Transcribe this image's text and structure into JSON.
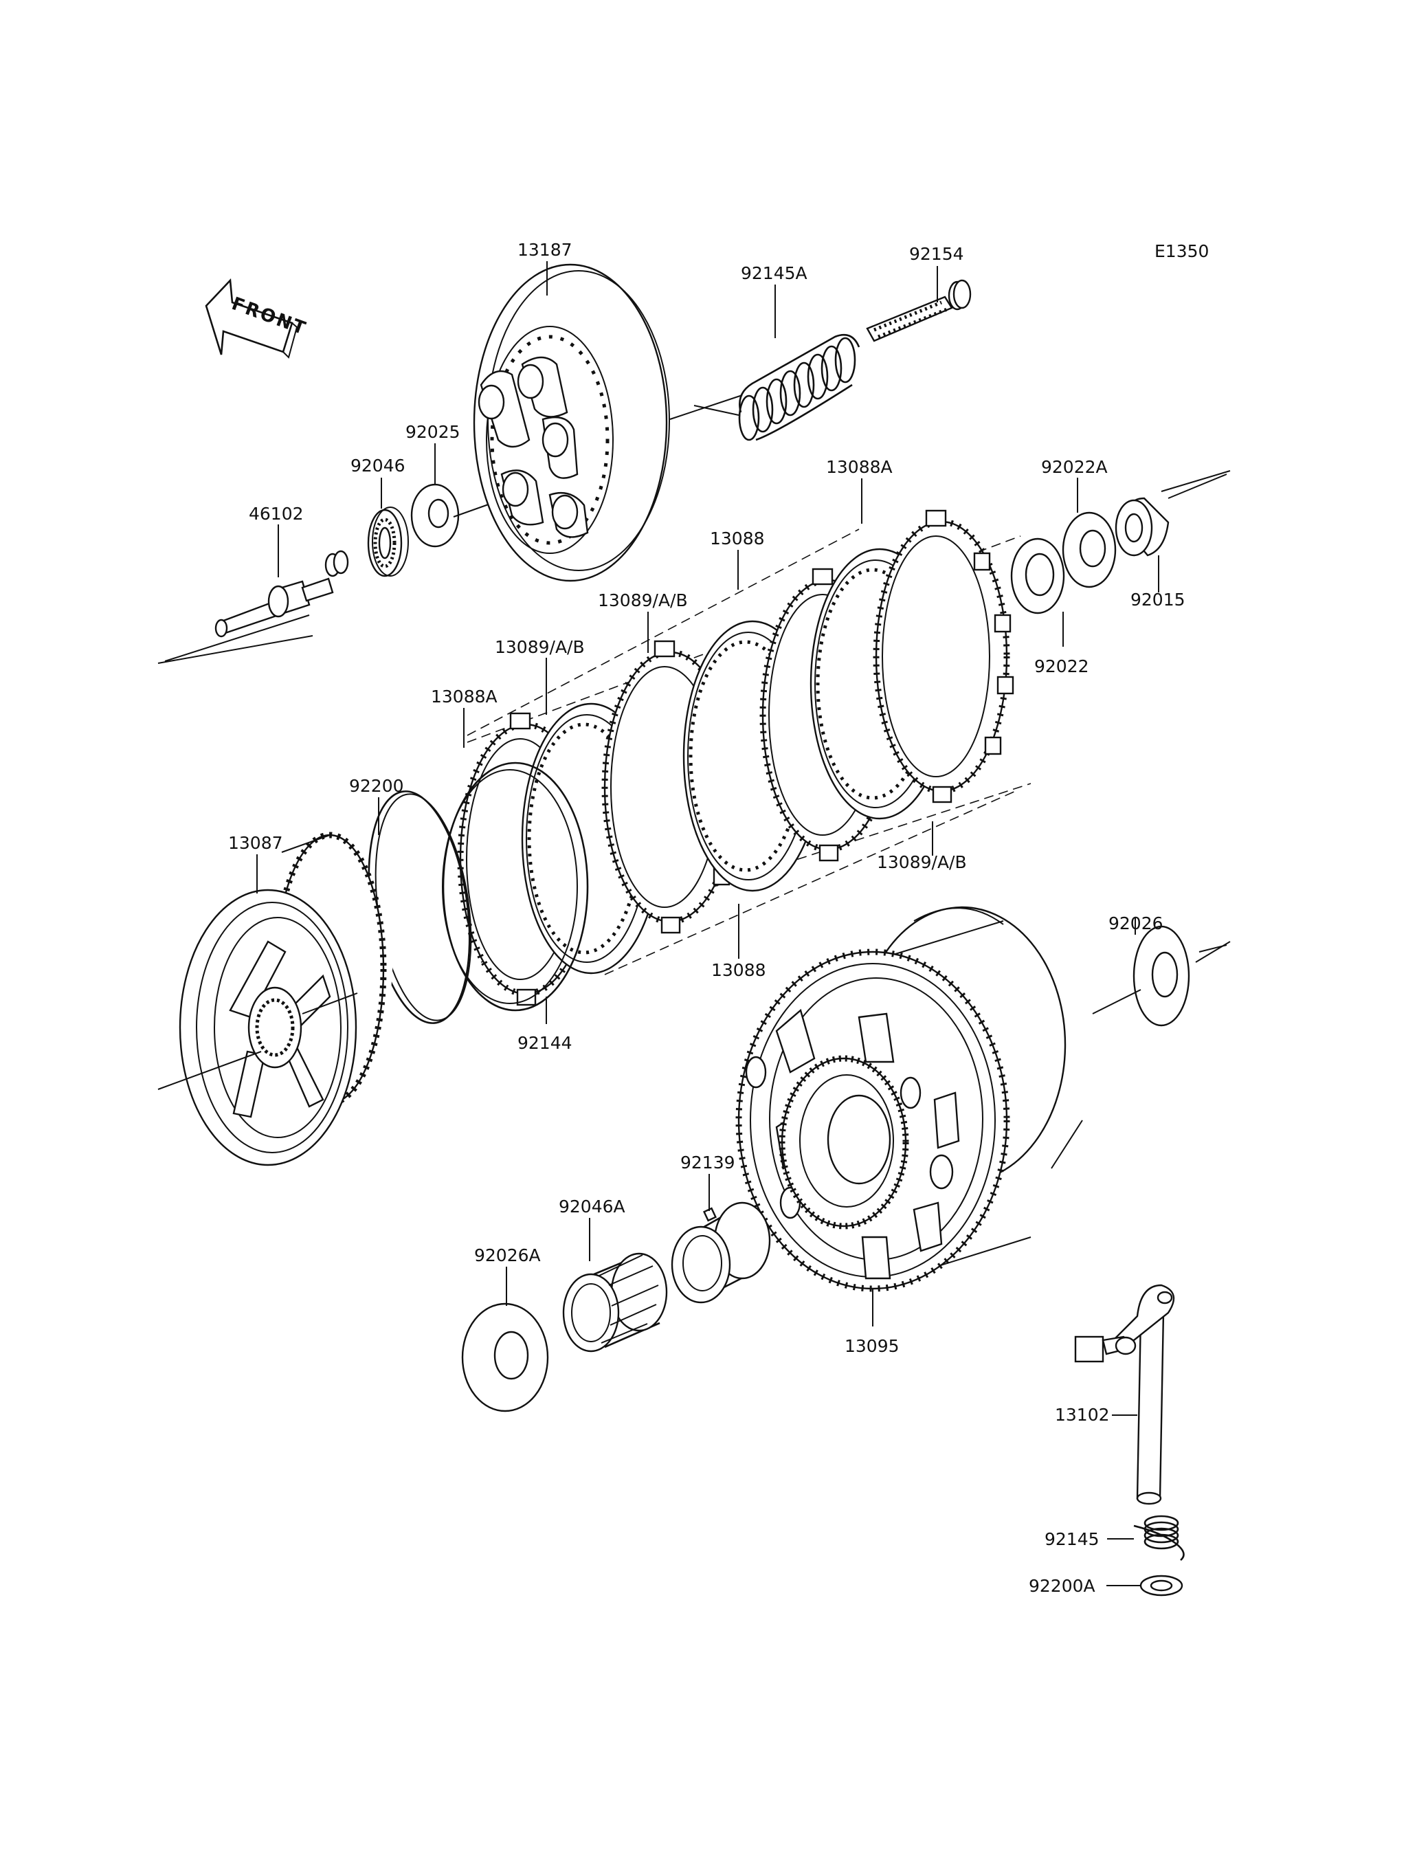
{
  "diagram_code": "E1350",
  "front_label": "FRONT",
  "parts": [
    {
      "id": "13187",
      "label": "13187"
    },
    {
      "id": "92154",
      "label": "92154"
    },
    {
      "id": "92145A",
      "label": "92145A"
    },
    {
      "id": "92025",
      "label": "92025"
    },
    {
      "id": "92046",
      "label": "92046"
    },
    {
      "id": "46102",
      "label": "46102"
    },
    {
      "id": "13088A-top",
      "label": "13088A"
    },
    {
      "id": "92022A",
      "label": "92022A"
    },
    {
      "id": "13088-top",
      "label": "13088"
    },
    {
      "id": "92015",
      "label": "92015"
    },
    {
      "id": "13089AB-1",
      "label": "13089/A/B"
    },
    {
      "id": "92022",
      "label": "92022"
    },
    {
      "id": "13089AB-2",
      "label": "13089/A/B"
    },
    {
      "id": "13088A-left",
      "label": "13088A"
    },
    {
      "id": "92200",
      "label": "92200"
    },
    {
      "id": "13087",
      "label": "13087"
    },
    {
      "id": "13089AB-3",
      "label": "13089/A/B"
    },
    {
      "id": "92026",
      "label": "92026"
    },
    {
      "id": "13088-bottom",
      "label": "13088"
    },
    {
      "id": "92144",
      "label": "92144"
    },
    {
      "id": "92139",
      "label": "92139"
    },
    {
      "id": "92046A",
      "label": "92046A"
    },
    {
      "id": "92026A",
      "label": "92026A"
    },
    {
      "id": "13095",
      "label": "13095"
    },
    {
      "id": "13102",
      "label": "13102"
    },
    {
      "id": "92145",
      "label": "92145"
    },
    {
      "id": "92200A",
      "label": "92200A"
    }
  ]
}
